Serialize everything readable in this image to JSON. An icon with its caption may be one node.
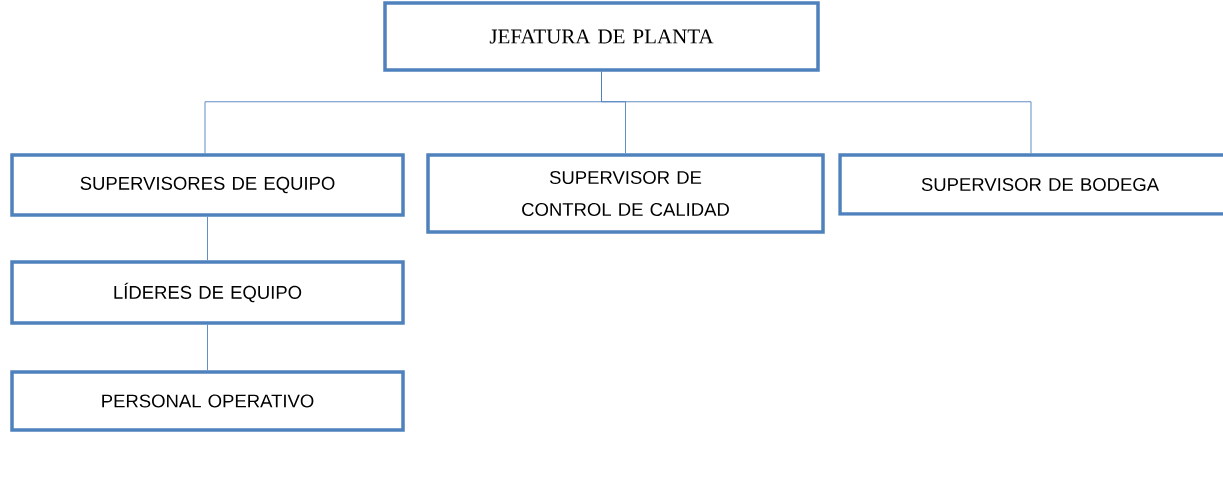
{
  "diagram": {
    "nodes": [
      {
        "text": [
          "JEFATURA DE PLANTA"
        ]
      },
      {
        "text": [
          "SUPERVISORES DE EQUIPO"
        ]
      },
      {
        "text": [
          "SUPERVISOR DE CONTROL DE CALIDAD"
        ]
      },
      {
        "text": [
          "SUPERVISOR DE BODEGA"
        ]
      },
      {
        "text": [
          "LÍDERES DE EQUIPO"
        ]
      },
      {
        "text": [
          "PERSONAL OPERATIVO"
        ]
      }
    ],
    "edges": [
      {
        "from": 0,
        "to": 1,
        "arrow": "none"
      },
      {
        "from": 0,
        "to": 2,
        "arrow": "none"
      },
      {
        "from": 0,
        "to": 3,
        "arrow": "none"
      },
      {
        "from": 1,
        "to": 4,
        "arrow": "none"
      },
      {
        "from": 4,
        "to": 5,
        "arrow": "none"
      }
    ]
  }
}
